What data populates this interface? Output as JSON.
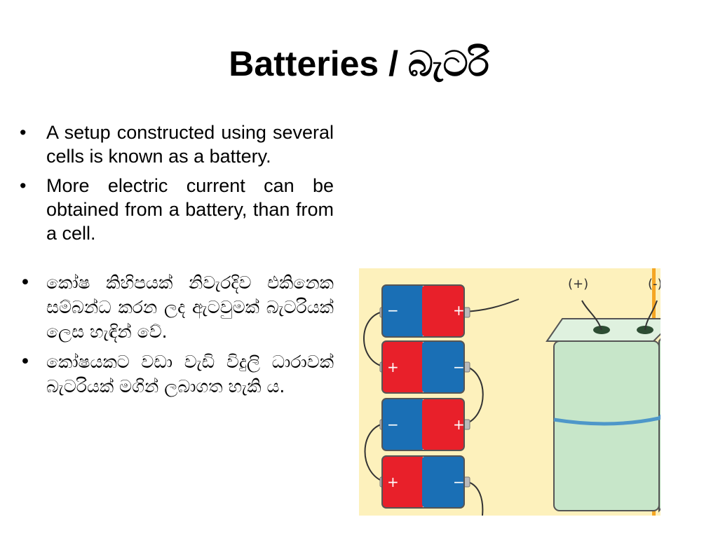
{
  "slide": {
    "title": "Batteries / බැටරි",
    "bullets": [
      "A setup constructed using several cells is known as a battery.",
      "More electric current can be obtained from a battery, than from a cell.",
      "කෝෂ කිහිපයක් නිවැරදිව එකිනෙක සම්බන්ධ කරන ලද ඇටවුමක් බැටරියක් ලෙස හැඳින් වේ.",
      "කෝෂයකට වඩා වැඩි විදුලි ධාරාවක් බැටරියක් මගින් ලබාගත හැකි ය."
    ],
    "bullet_symbol": "•"
  },
  "figure": {
    "cell_signs": [
      [
        "−",
        "+"
      ],
      [
        "+",
        "−"
      ],
      [
        "−",
        "+"
      ],
      [
        "+",
        "−"
      ]
    ],
    "terminal_labels": [
      "(+)",
      "(-)"
    ],
    "colors": {
      "background": "#fdf1bc",
      "red": "#e8202a",
      "blue": "#1a6fb5",
      "battery_body": "#c7e6c9",
      "battery_top": "#dff1df",
      "band": "#4e97c9",
      "orange_edge": "#f5a623"
    }
  }
}
